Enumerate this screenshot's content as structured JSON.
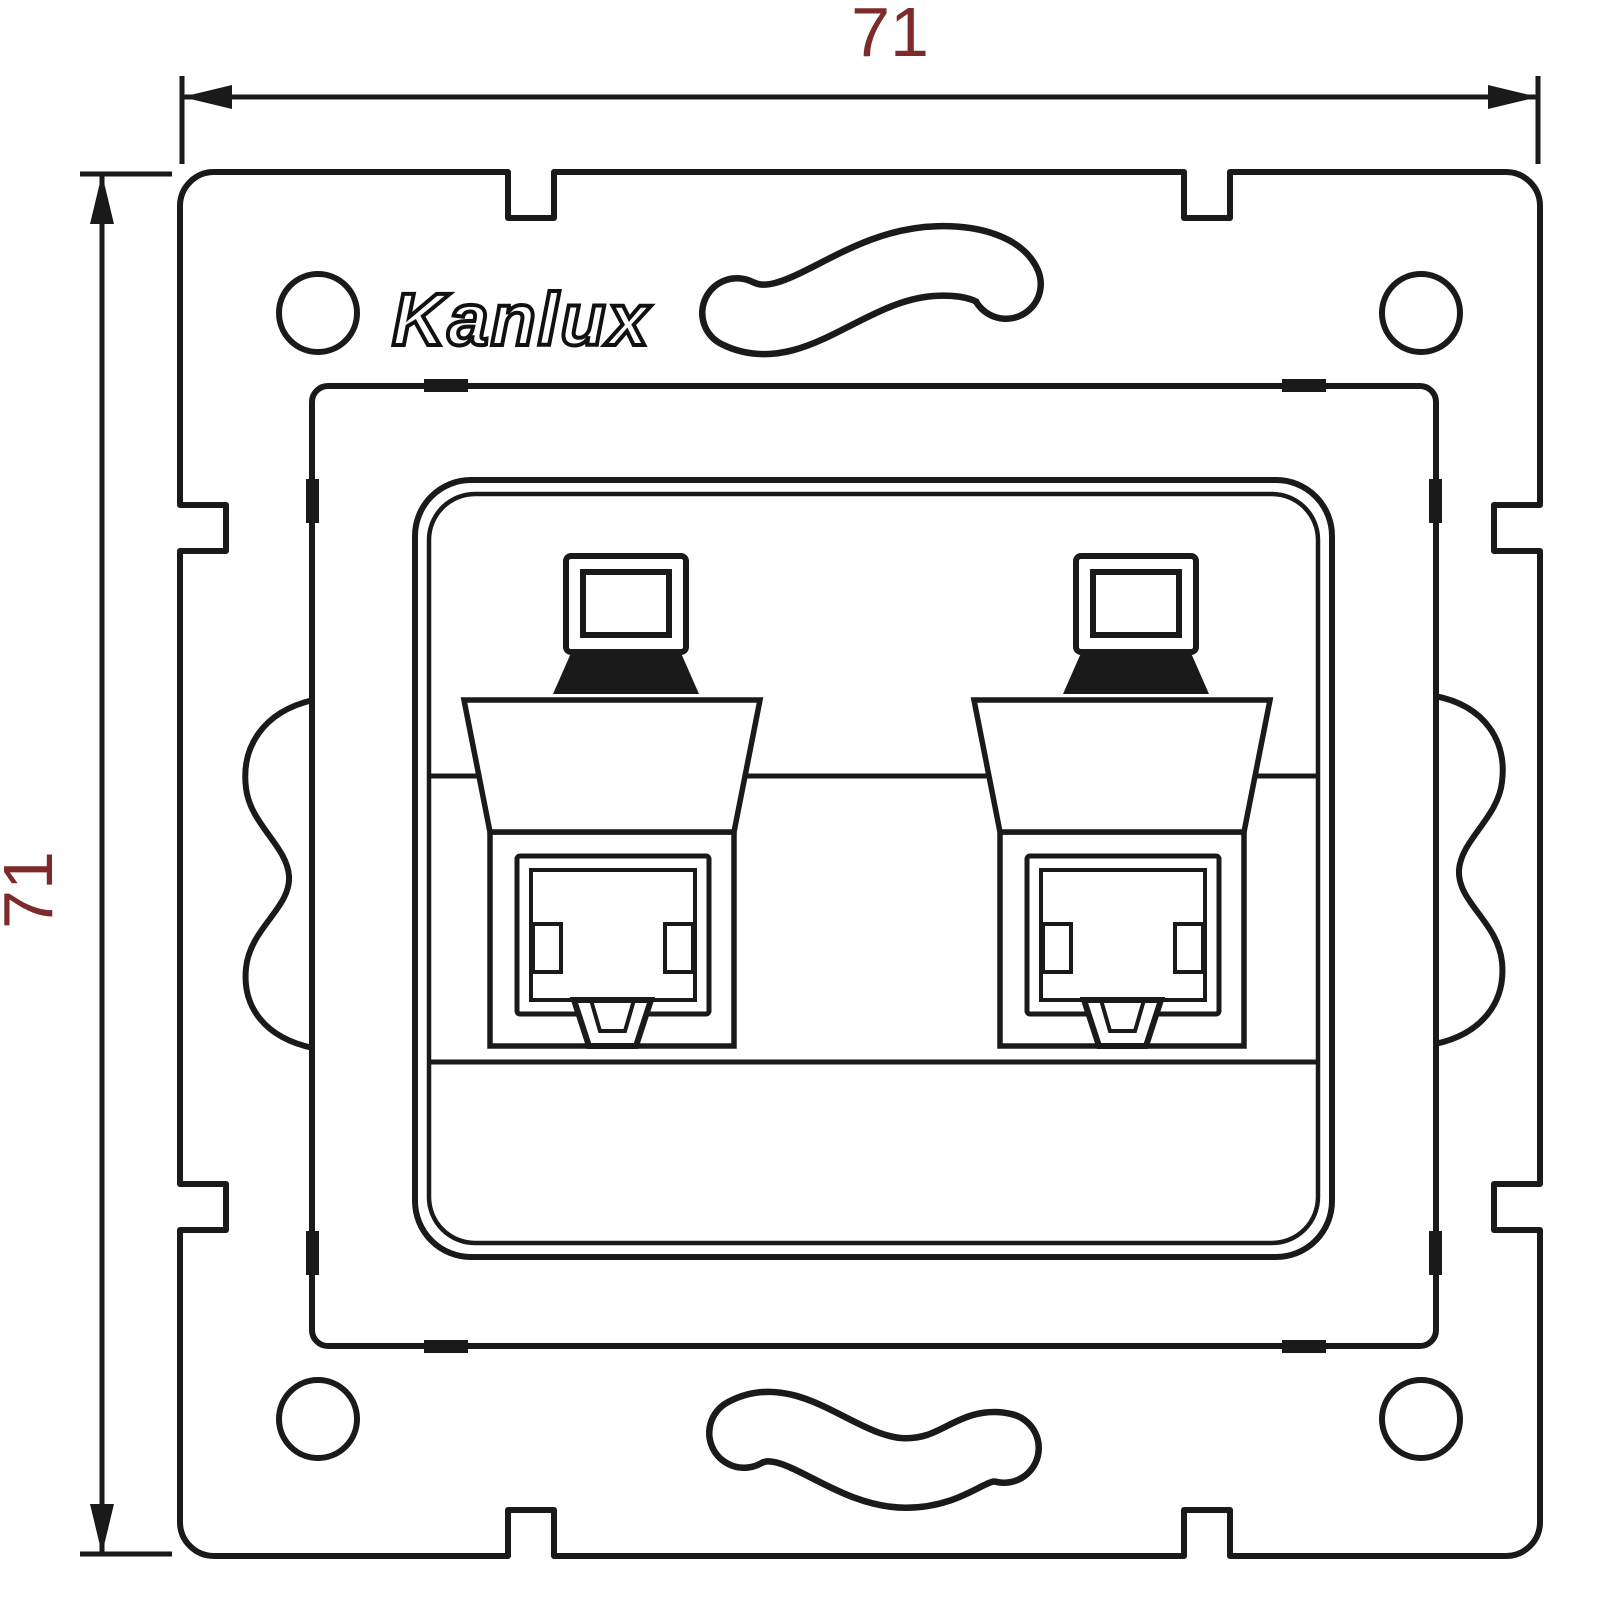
{
  "diagram": {
    "brand": "Kanlux",
    "dimensions": {
      "width_label": "71",
      "height_label": "71"
    },
    "colors": {
      "line": "#1a1a1a",
      "dimension_text": "#7c2a2a",
      "background": "#ffffff"
    },
    "icons": {
      "port_icon": "computer-monitor-icon"
    }
  }
}
